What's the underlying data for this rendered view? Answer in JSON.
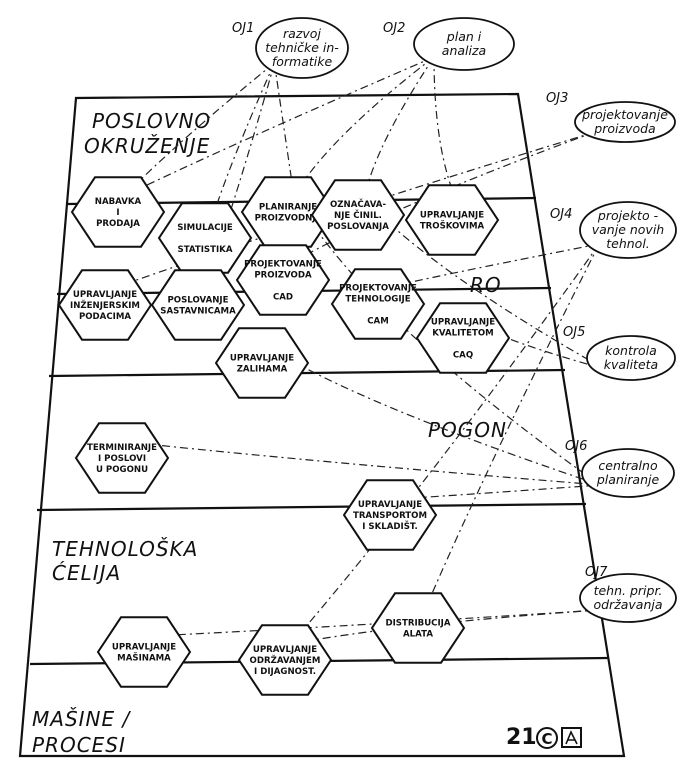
{
  "levels": {
    "business_environment": [
      "POSLOVNO",
      "OKRUŽENJE"
    ],
    "ro": "RO",
    "plant": "POGON",
    "technology_cell": [
      "TEHNOLOŠKA",
      "ĆELIJA"
    ],
    "machines": [
      "MAŠINE /",
      "PROCESI"
    ]
  },
  "modules": [
    {
      "id": "nabavka",
      "lines": [
        "NABAVKA",
        "I",
        "PRODAJA"
      ]
    },
    {
      "id": "simulacije",
      "lines": [
        "SIMULACIJE",
        "",
        "STATISTIKA"
      ]
    },
    {
      "id": "planiranje",
      "lines": [
        "PLANIRANJE",
        "PROIZVODNJE"
      ]
    },
    {
      "id": "oznacavanje",
      "lines": [
        "OZNAČAVA-",
        "NJE ČINIL.",
        "POSLOVANJA"
      ]
    },
    {
      "id": "troskovi",
      "lines": [
        "UPRAVLJANJE",
        "TROŠKOVIMA"
      ]
    },
    {
      "id": "inzenjerski",
      "lines": [
        "UPRAVLJANJE",
        "INŽENJERSKIM",
        "PODACIMA"
      ]
    },
    {
      "id": "sastavnice",
      "lines": [
        "POSLOVANJE",
        "SASTAVNICAMA"
      ]
    },
    {
      "id": "projektovanje_proizvoda",
      "lines": [
        "PROJEKTOVANJE",
        "PROIZVODA",
        "",
        "CAD"
      ]
    },
    {
      "id": "projektovanje_tehnologije",
      "lines": [
        "PROJEKTOVANJE",
        "TEHNOLOGIJE",
        "",
        "CAM"
      ]
    },
    {
      "id": "kvalitet",
      "lines": [
        "UPRAVLJANJE",
        "KVALITETOM",
        "",
        "CAQ"
      ]
    },
    {
      "id": "zalihe",
      "lines": [
        "UPRAVLJANJE",
        "ZALIHAMA"
      ]
    },
    {
      "id": "terminiranje",
      "lines": [
        "TERMINIRANJE",
        "I POSLOVI",
        "U POGONU"
      ]
    },
    {
      "id": "transport",
      "lines": [
        "UPRAVLJANJE",
        "TRANSPORTOM",
        "I SKLADIŠT."
      ]
    },
    {
      "id": "masine",
      "lines": [
        "UPRAVLJANJE",
        "MAŠINAMA"
      ]
    },
    {
      "id": "odrzavanje",
      "lines": [
        "UPRAVLJANJE",
        "ODRŽAVANJEM",
        "I DIJAGNOST."
      ]
    },
    {
      "id": "alati",
      "lines": [
        "DISTRIBUCIJA",
        "ALATA"
      ]
    }
  ],
  "units": [
    {
      "id": "oj1",
      "code": "OJ1",
      "lines": [
        "razvoj",
        "tehničke in-",
        "formatike"
      ]
    },
    {
      "id": "oj2",
      "code": "OJ2",
      "lines": [
        "plan  i",
        "analiza"
      ]
    },
    {
      "id": "oj3",
      "code": "OJ3",
      "lines": [
        "projektovanje",
        "proizvoda"
      ]
    },
    {
      "id": "oj4",
      "code": "OJ4",
      "lines": [
        "projekto -",
        "vanje novih",
        "tehnol."
      ]
    },
    {
      "id": "oj5",
      "code": "OJ5",
      "lines": [
        "kontrola",
        "kvaliteta"
      ]
    },
    {
      "id": "oj6",
      "code": "OJ6",
      "lines": [
        "centralno",
        "planiranje"
      ]
    },
    {
      "id": "oj7",
      "code": "OJ7",
      "lines": [
        "tehn. pripr.",
        "održavanja"
      ]
    }
  ],
  "links": [
    [
      "oj1",
      "nabavka"
    ],
    [
      "oj1",
      "simulacije"
    ],
    [
      "oj1",
      "sastavnice"
    ],
    [
      "oj1",
      "planiranje"
    ],
    [
      "oj2",
      "oznacavanje"
    ],
    [
      "oj2",
      "troskovi"
    ],
    [
      "oj2",
      "planiranje"
    ],
    [
      "oj2",
      "nabavka"
    ],
    [
      "oj3",
      "projektovanje_proizvoda"
    ],
    [
      "oj3",
      "inzenjerski"
    ],
    [
      "oj4",
      "projektovanje_tehnologije"
    ],
    [
      "oj4",
      "alati"
    ],
    [
      "oj4",
      "odrzavanje"
    ],
    [
      "oj5",
      "kvalitet"
    ],
    [
      "oj5",
      "oznacavanje"
    ],
    [
      "oj6",
      "terminiranje"
    ],
    [
      "oj6",
      "transport"
    ],
    [
      "oj6",
      "planiranje"
    ],
    [
      "oj6",
      "zalihe"
    ],
    [
      "oj7",
      "odrzavanje"
    ],
    [
      "oj7",
      "masine"
    ]
  ],
  "mark": {
    "number": "21",
    "symbol": "C"
  },
  "colors": {
    "ink": "#111111",
    "paper": "#ffffff"
  }
}
